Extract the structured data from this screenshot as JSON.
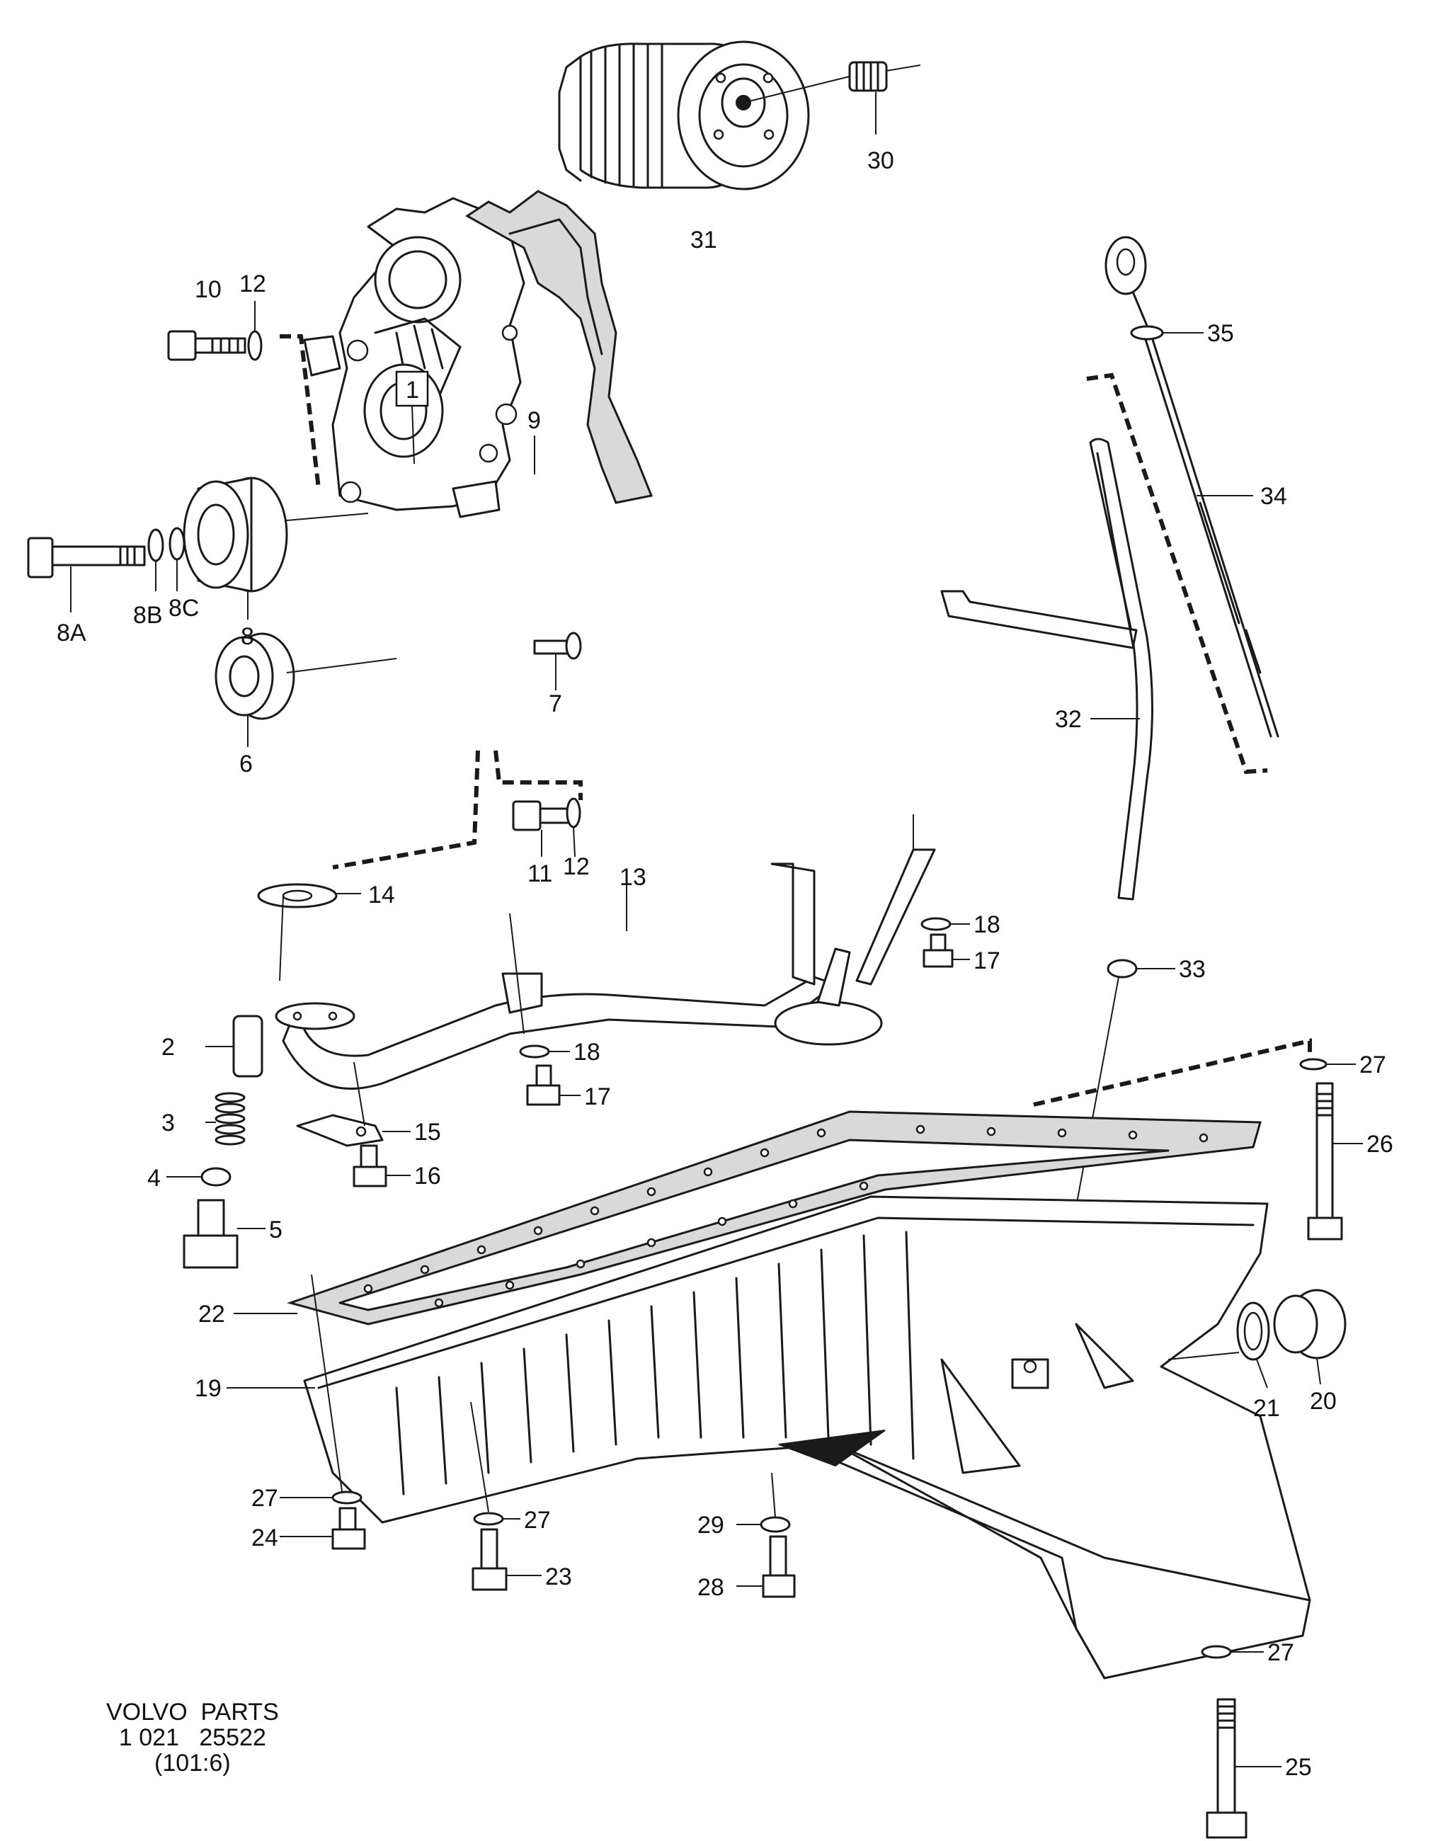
{
  "callouts": {
    "c1": "1",
    "c2": "2",
    "c3": "3",
    "c4": "4",
    "c5": "5",
    "c6": "6",
    "c7": "7",
    "c8": "8",
    "c8a": "8A",
    "c8b": "8B",
    "c8c": "8C",
    "c9": "9",
    "c10": "10",
    "c11": "11",
    "c12a": "12",
    "c12b": "12",
    "c13": "13",
    "c14": "14",
    "c15": "15",
    "c16": "16",
    "c17a": "17",
    "c17b": "17",
    "c18a": "18",
    "c18b": "18",
    "c19": "19",
    "c20": "20",
    "c21": "21",
    "c22": "22",
    "c23": "23",
    "c24": "24",
    "c25": "25",
    "c26": "26",
    "c27a": "27",
    "c27b": "27",
    "c27c": "27",
    "c27d": "27",
    "c28": "28",
    "c29": "29",
    "c30": "30",
    "c31": "31",
    "c32": "32",
    "c33": "33",
    "c34": "34",
    "c35": "35"
  },
  "footer": {
    "line1": "VOLVO  PARTS",
    "line2": "1 021   25522",
    "line3": "(101:6)"
  }
}
